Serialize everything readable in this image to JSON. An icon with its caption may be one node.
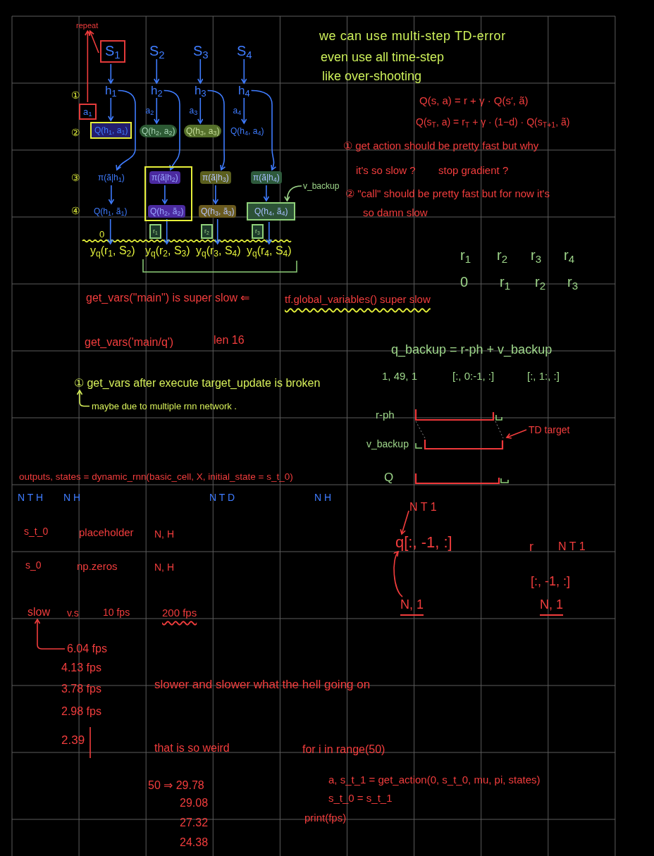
{
  "diagram": {
    "nodes": [
      {
        "text": [
          "repeat"
        ]
      },
      {
        "text": [
          "S$_{1}$"
        ]
      },
      {
        "text": [
          "S$_{2}$"
        ]
      },
      {
        "text": [
          "S$_{3}$"
        ]
      },
      {
        "text": [
          "S$_{4}$"
        ]
      },
      {
        "text": [
          "h$_{1}$"
        ]
      },
      {
        "text": [
          "h$_{2}$"
        ]
      },
      {
        "text": [
          "h$_{3}$"
        ]
      },
      {
        "text": [
          "h$_{4}$"
        ]
      },
      {
        "text": [
          "a$_{1}$"
        ]
      },
      {
        "text": [
          "Q(h$_{1}$, a$_{1}$)"
        ]
      },
      {
        "text": [
          "Q(h$_{2}$, a$_{2}$)"
        ]
      },
      {
        "text": [
          "Q(h$_{3}$, a$_{3}$)"
        ]
      },
      {
        "text": [
          "Q(h$_{4}$, a$_{4}$)"
        ]
      },
      {
        "text": [
          "π(ã|h$_{1}$)"
        ]
      },
      {
        "text": [],
        "shape": "box"
      },
      {
        "text": [
          "π(ã|h$_{2}$)"
        ],
        "in": 15
      },
      {
        "text": [
          "π(ã|h$_{3}$)"
        ]
      },
      {
        "text": [
          "π(ã|h$_{4}$)"
        ]
      },
      {
        "text": [
          "Q(h$_{1}$, ã$_{1}$)"
        ]
      },
      {
        "text": [
          "Q(h$_{2}$, ã$_{2}$)"
        ],
        "in": 15
      },
      {
        "text": [
          "Q(h$_{3}$, ã$_{3}$)"
        ]
      },
      {
        "text": [
          "Q(h$_{4}$, ã$_{4}$)"
        ]
      },
      {
        "text": [
          "v_backup"
        ]
      },
      {
        "text": [
          "r$_{1}$"
        ]
      },
      {
        "text": [
          "r$_{2}$"
        ]
      },
      {
        "text": [
          "r$_{3}$"
        ]
      },
      {
        "text": [
          "y$_{q}$(r$_{1}$, S$_{2}$)"
        ]
      },
      {
        "text": [
          "y$_{q}$(r$_{2}$, S$_{3}$)"
        ]
      },
      {
        "text": [
          "y$_{q}$(r$_{3}$, S$_{4}$)"
        ]
      },
      {
        "text": [
          "y$_{q}$(r$_{4}$, S$_{4}$)"
        ]
      },
      {
        "text": [
          "① get_vars after execute target_update is broken"
        ]
      },
      {
        "text": [
          "maybe due to multiple rnn network ."
        ]
      },
      {
        "text": [],
        "shape": "bar",
        "beside": [
          "r-ph"
        ]
      },
      {
        "text": [
          "TD target"
        ]
      },
      {
        "text": [],
        "shape": "bar",
        "beside": [
          "v_backup"
        ]
      },
      {
        "text": [],
        "shape": "bar",
        "beside": [
          "Q"
        ]
      },
      {
        "text": [
          "N T 1"
        ]
      },
      {
        "text": [
          "q[:, -1, :]"
        ]
      },
      {
        "text": [
          "N, 1"
        ]
      },
      {
        "text": [
          "slow"
        ]
      },
      {
        "text": [
          "6.04 fps"
        ]
      }
    ],
    "edges": [
      {
        "from": 1,
        "to": 0,
        "arrow": "to",
        "color": "#f23d3d"
      },
      {
        "from": 9,
        "to": 0,
        "arrow": "to",
        "color": "#f23d3d"
      },
      {
        "from": 1,
        "to": 5,
        "arrow": "to"
      },
      {
        "from": 2,
        "to": 6,
        "arrow": "to"
      },
      {
        "from": 3,
        "to": 7,
        "arrow": "to"
      },
      {
        "from": 4,
        "to": 8,
        "arrow": "to"
      },
      {
        "from": 5,
        "to": 10,
        "arrow": "to"
      },
      {
        "from": 6,
        "to": 11,
        "arrow": "to",
        "label": "a$_{2}$"
      },
      {
        "from": 7,
        "to": 12,
        "arrow": "to",
        "label": "a$_{3}$"
      },
      {
        "from": 8,
        "to": 13,
        "arrow": "to",
        "label": "a$_{4}$"
      },
      {
        "from": 5,
        "to": 14,
        "arrow": "to"
      },
      {
        "from": 6,
        "to": 16,
        "arrow": "to"
      },
      {
        "from": 7,
        "to": 17,
        "arrow": "to"
      },
      {
        "from": 8,
        "to": 18,
        "arrow": "to"
      },
      {
        "from": 14,
        "to": 19,
        "arrow": "to"
      },
      {
        "from": 16,
        "to": 20,
        "arrow": "to"
      },
      {
        "from": 17,
        "to": 21,
        "arrow": "to"
      },
      {
        "from": 18,
        "to": 22,
        "arrow": "to"
      },
      {
        "from": 23,
        "to": 22,
        "arrow": "to",
        "color": "#9ed68a"
      },
      {
        "from": 19,
        "to": 27,
        "arrow": "to"
      },
      {
        "from": 20,
        "to": 28,
        "arrow": "to"
      },
      {
        "from": 21,
        "to": 29,
        "arrow": "to"
      },
      {
        "from": 22,
        "to": 30,
        "arrow": "to"
      },
      {
        "from": 32,
        "to": 31,
        "arrow": "to",
        "color": "#d6ef5a"
      },
      {
        "from": 33,
        "to": 35,
        "arrow": "none",
        "style": "dashed",
        "color": "#8c8c8c"
      },
      {
        "from": 33,
        "to": 35,
        "arrow": "none",
        "style": "dashed",
        "color": "#8c8c8c"
      },
      {
        "from": 34,
        "to": 35,
        "arrow": "to",
        "color": "#f23d3d"
      },
      {
        "from": 37,
        "to": 38,
        "arrow": "to",
        "color": "#f23d3d"
      },
      {
        "from": 39,
        "to": 38,
        "arrow": "to",
        "color": "#f23d3d"
      },
      {
        "from": 41,
        "to": 40,
        "arrow": "to",
        "color": "#f23d3d"
      }
    ],
    "labels": [
      "①",
      "②",
      "we can use multi-step TD-error",
      "even use all time-step",
      "like over-shooting",
      "Q(s, a) = r + γ · Q(s′, ã)",
      "Q(s$_{T}$, a) = r$_{T}$ + γ · (1−d) · Q(s$_{T+1}$, ã)",
      "① get action should be pretty fast but why",
      "it's so slow ?",
      "stop gradient ?",
      "③",
      "② \"call\" should be pretty fast but for now it's",
      "④",
      "so damn slow",
      "0",
      "r$_{1}$",
      "r$_{2}$",
      "r$_{3}$",
      "r$_{4}$",
      "0",
      "r$_{1}$",
      "r$_{2}$",
      "r$_{3}$",
      "get_vars(\"main\") is super slow ⇐",
      "tf.global_variables() super slow",
      "get_vars('main/q')",
      "len 16",
      "q_backup = r-ph + v_backup",
      "1, 49, 1",
      "[:, 0:-1, :]",
      "[:, 1:, :]",
      "outputs, states = dynamic_rnn(basic_cell, X, initial_state = s_t_0)",
      "N T H",
      "N H",
      "N T D",
      "N H",
      "s_t_0",
      "placeholder",
      "N, H",
      "r",
      "N T 1",
      "s_0",
      "np.zeros",
      "N, H",
      "[:, -1, :]",
      "N, 1",
      "v.s",
      "10 fps",
      "200 fps",
      "4.13 fps",
      "3.78 fps",
      "slower and slower what the hell going on",
      "2.98 fps",
      "2.39",
      "that is so weird",
      "for i in range(50)",
      "50 ⇒ 29.78",
      "a, s_t_1 = get_action(0, s_t_0, mu, pi, states)",
      "29.08",
      "s_t_0 = s_t_1",
      "27.32",
      "print(fps)",
      "24.38"
    ]
  }
}
